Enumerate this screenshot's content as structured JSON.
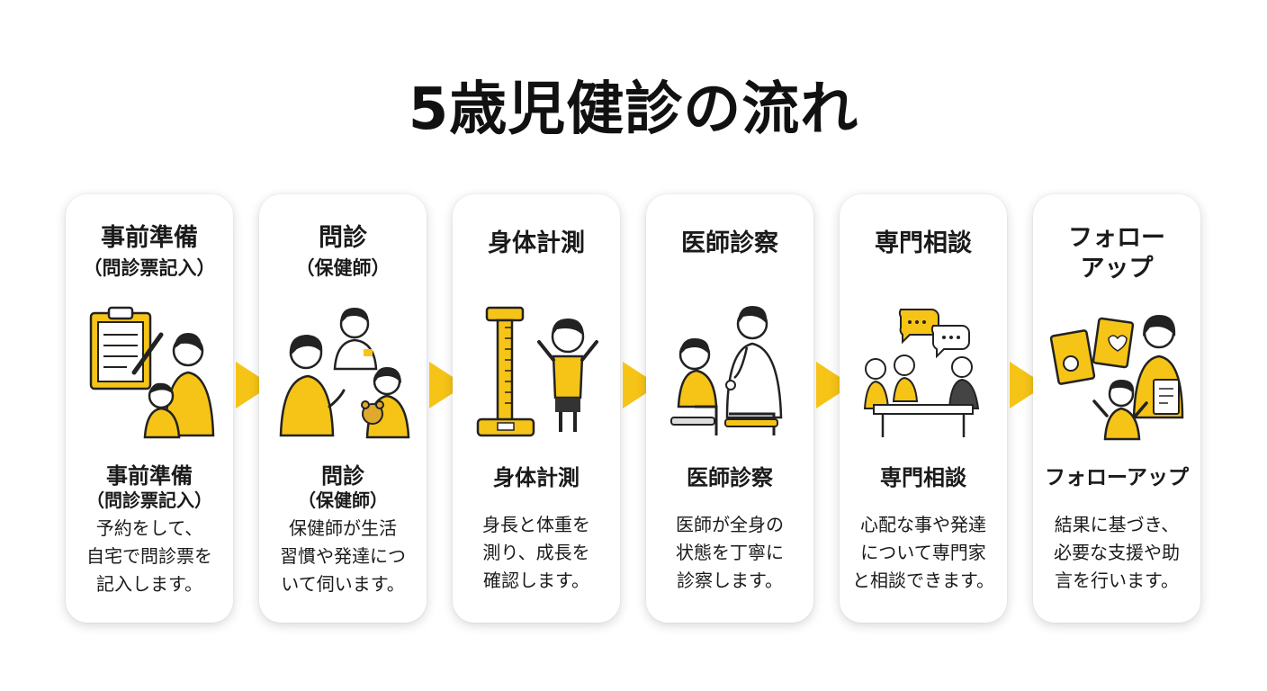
{
  "title": "5歳児健診の流れ",
  "accent_color": "#f6c417",
  "steps": [
    {
      "heading": "事前準備",
      "heading_sub": "（問診票記入）",
      "label": "事前準備",
      "label_sub": "（問診票記入）",
      "desc": [
        "予約をして、",
        "自宅で問診票を",
        "記入します。"
      ],
      "icon": "clipboard-parent-child-icon"
    },
    {
      "heading": "問診",
      "heading_sub": "（保健師）",
      "label": "問診",
      "label_sub": "（保健師）",
      "desc": [
        "保健師が生活",
        "習慣や発達につ",
        "いて伺います。"
      ],
      "icon": "nurse-interview-icon"
    },
    {
      "heading": "身体計測",
      "label": "身体計測",
      "desc": [
        "身長と体重を",
        "測り、成長を",
        "確認します。"
      ],
      "icon": "height-scale-icon"
    },
    {
      "heading": "医師診察",
      "label": "医師診察",
      "desc": [
        "医師が全身の",
        "状態を丁寧に",
        "診察します。"
      ],
      "icon": "doctor-stethoscope-icon"
    },
    {
      "heading": "専門相談",
      "label": "専門相談",
      "desc": [
        "心配な事や発達",
        "について専門家",
        "と相談できます。"
      ],
      "icon": "consultation-speech-icon"
    },
    {
      "heading": "フォロー",
      "heading_sub": "アップ",
      "label": "フォローアップ",
      "desc": [
        "結果に基づき、",
        "必要な支援や助",
        "言を行います。"
      ],
      "icon": "follow-up-documents-icon"
    }
  ]
}
